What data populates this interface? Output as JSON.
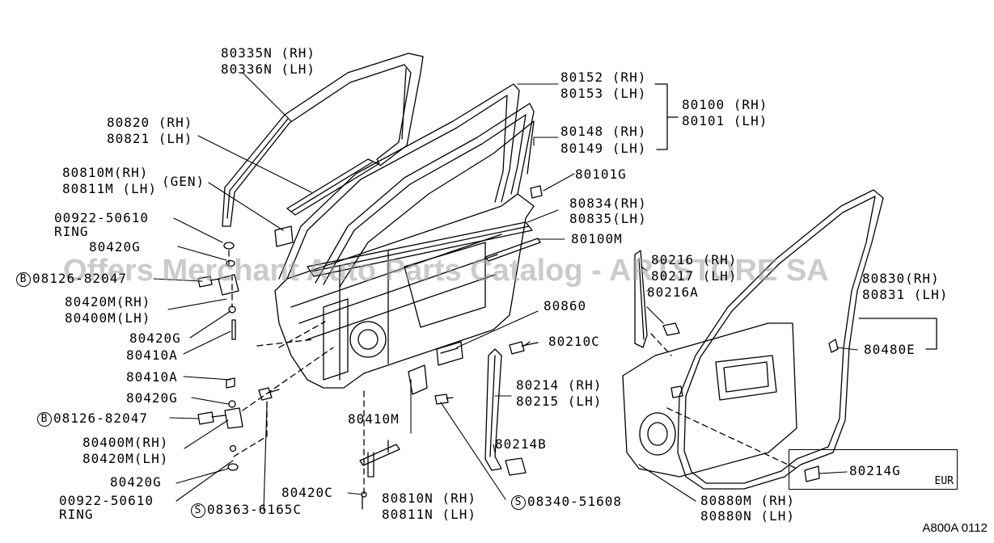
{
  "watermark": "Offers Merchant Auto Parts Catalog - ARTSTORE SA",
  "reference_code": "A800A 0112",
  "eur_box": {
    "label": "EUR"
  },
  "labels": {
    "l80335": "80335N (RH)",
    "l80336": "80336N (LH)",
    "l80820": "80820 (RH)",
    "l80821": "80821 (LH)",
    "l80810m": "80810M(RH)",
    "l80811m": "80811M (LH)",
    "gen": "(GEN)",
    "l00922a": "00922-50610",
    "ring_a": "RING",
    "l80420g_a": "80420G",
    "b_a": "B",
    "l08126_a": "08126-82047",
    "l80420m_a": "80420M(RH)",
    "l80400m_a": "80400M(LH)",
    "l80420g_b": "80420G",
    "l80410a_a": "80410A",
    "l80410a_b": "80410A",
    "l80420g_c": "80420G",
    "b_b": "B",
    "l08126_b": "08126-82047",
    "l80400m_b": "80400M(RH)",
    "l80420m_b": "80420M(LH)",
    "l80420g_d": "80420G",
    "l00922b": "00922-50610",
    "ring_b": "RING",
    "s_a": "S",
    "l08363": "08363-6165C",
    "l80420c": "80420C",
    "l80410m": "80410M",
    "l80810n": "80810N  (RH)",
    "l80811n": "80811N  (LH)",
    "s_b": "S",
    "l08340": "08340-51608",
    "l80152": "80152 (RH)",
    "l80153": "80153 (LH)",
    "l80100": "80100 (RH)",
    "l80101": "80101 (LH)",
    "l80148": "80148 (RH)",
    "l80149": "80149 (LH)",
    "l80101g": "80101G",
    "l80834": "80834(RH)",
    "l80835": "80835(LH)",
    "l80100m": "80100M",
    "l80216": "80216 (RH)",
    "l80217": "80217 (LH)",
    "l80216a": "80216A",
    "l80830": "80830(RH)",
    "l80831": "80831 (LH)",
    "l80860": "80860",
    "l80480e": "80480E",
    "l80210c": "80210C",
    "l80214": "80214 (RH)",
    "l80215": "80215 (LH)",
    "l80214b": "80214B",
    "l80214g": "80214G",
    "l80880m": "80880M (RH)",
    "l80880n": "80880N (LH)"
  }
}
